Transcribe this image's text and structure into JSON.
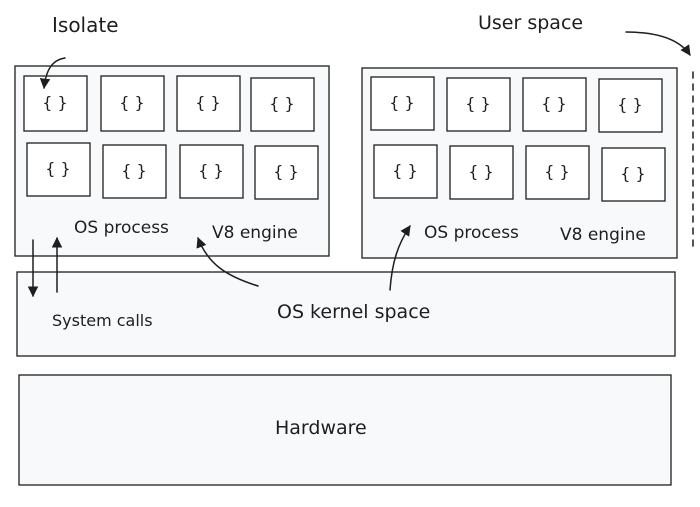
{
  "labels": {
    "isolate": "Isolate",
    "user_space": "User space",
    "os_process": "OS process",
    "v8_engine": "V8 engine",
    "system_calls": "System calls",
    "kernel_space": "OS kernel space",
    "hardware": "Hardware"
  },
  "isolate_glyph": "{ }",
  "colors": {
    "ink": "#1e1e1e",
    "panel_fill": "#f8f9fa",
    "box_fill": "#ffffff",
    "background": "#ffffff"
  }
}
